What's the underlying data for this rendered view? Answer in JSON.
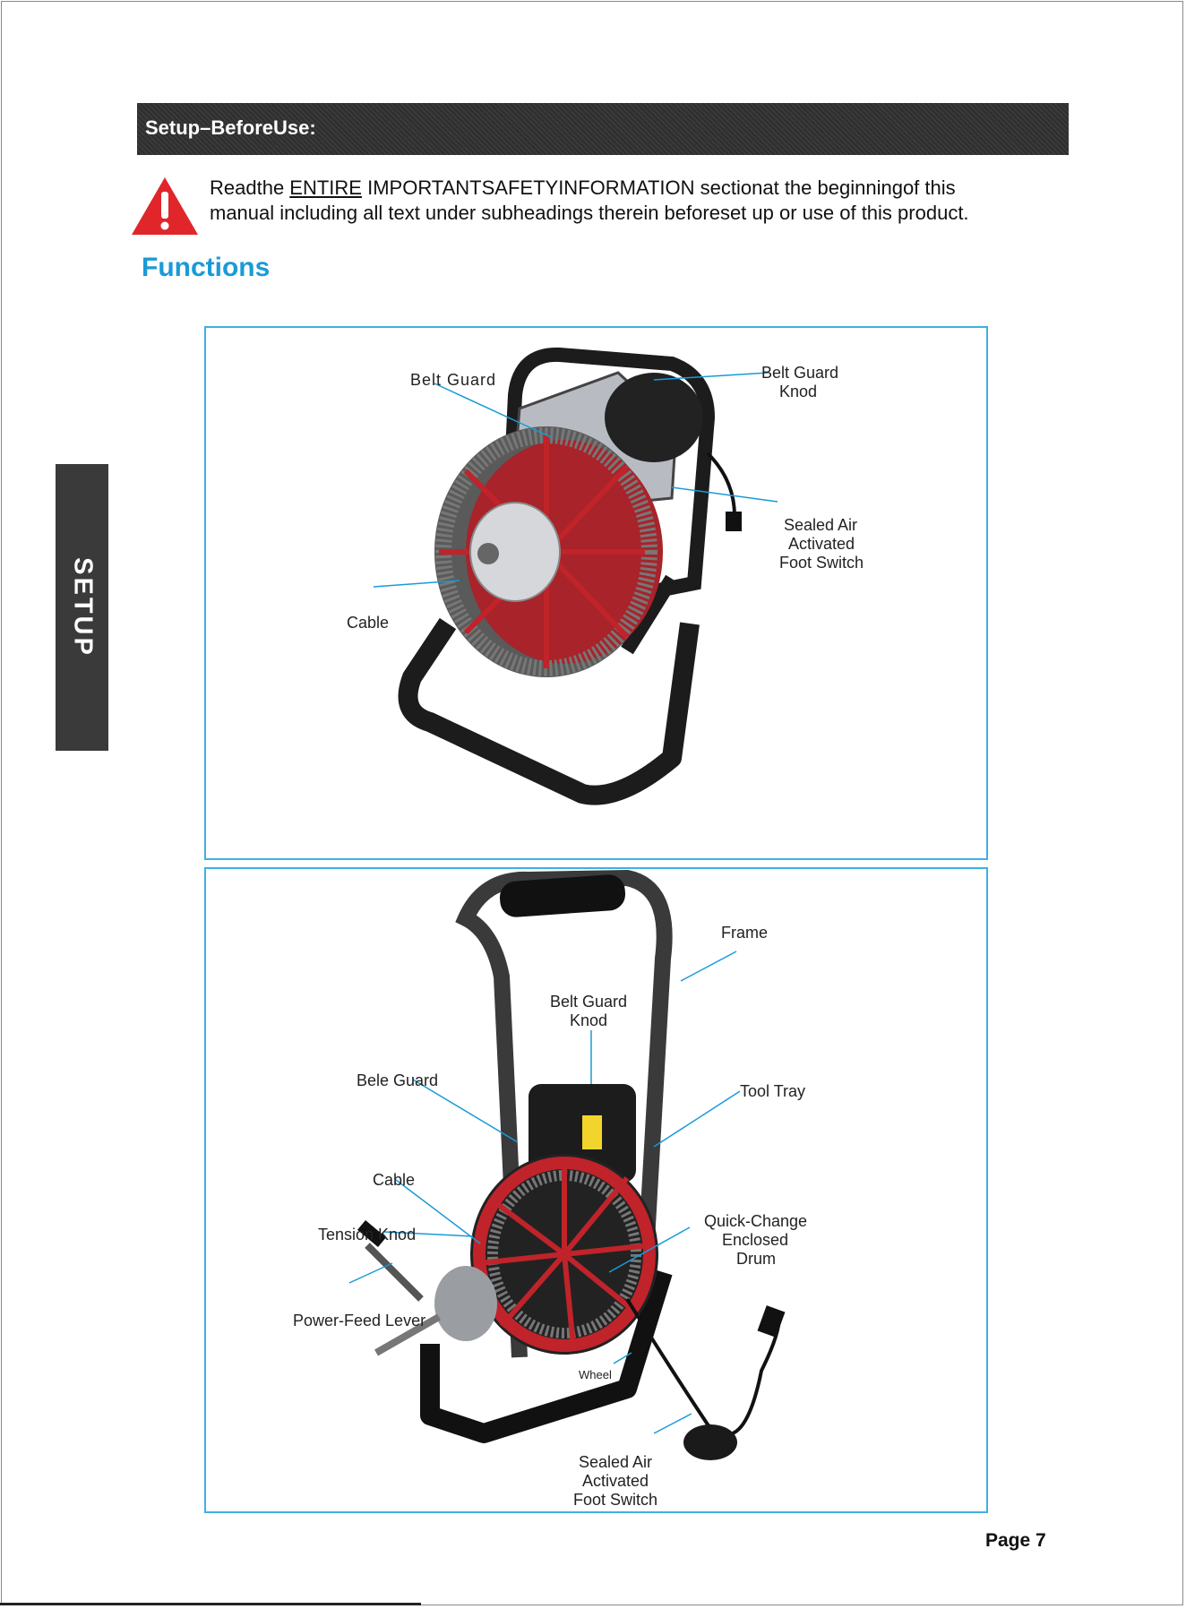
{
  "header": {
    "title": "Setup–BeforeUse:"
  },
  "warning": {
    "pre": "Readthe ",
    "emph": "ENTIRE",
    "line1_rest": " IMPORTANTSAFETYINFORMATION sectionat the beginningof this",
    "line2": "manual including all text under subheadings therein beforeset up or use of this product."
  },
  "functions_title": "Functions",
  "side_tab": "SETUP",
  "panel1": {
    "labels": {
      "belt_guard": "Belt Guard",
      "belt_guard_knod_1": "Belt Guard",
      "belt_guard_knod_2": "Knod",
      "foot_switch_1": "Sealed Air",
      "foot_switch_2": "Activated",
      "foot_switch_3": "Foot Switch",
      "cable": "Cable"
    }
  },
  "panel2": {
    "labels": {
      "frame": "Frame",
      "belt_guard_knod_1": "Belt Guard",
      "belt_guard_knod_2": "Knod",
      "bele_guard": "Bele Guard",
      "tool_tray": "Tool Tray",
      "cable": "Cable",
      "quick_change_1": "Quick-Change",
      "quick_change_2": "Enclosed",
      "quick_change_3": "Drum",
      "tension_knod": "Tension Knod",
      "power_feed": "Power-Feed Lever",
      "wheel": "Wheel",
      "foot_switch_1": "Sealed Air",
      "foot_switch_2": "Activated",
      "foot_switch_3": "Foot Switch"
    }
  },
  "page_number": "Page 7",
  "colors": {
    "accent": "#1a9ad8",
    "panel_border": "#3fb0e3",
    "drum_red": "#c0232a",
    "bar": "#333333"
  }
}
